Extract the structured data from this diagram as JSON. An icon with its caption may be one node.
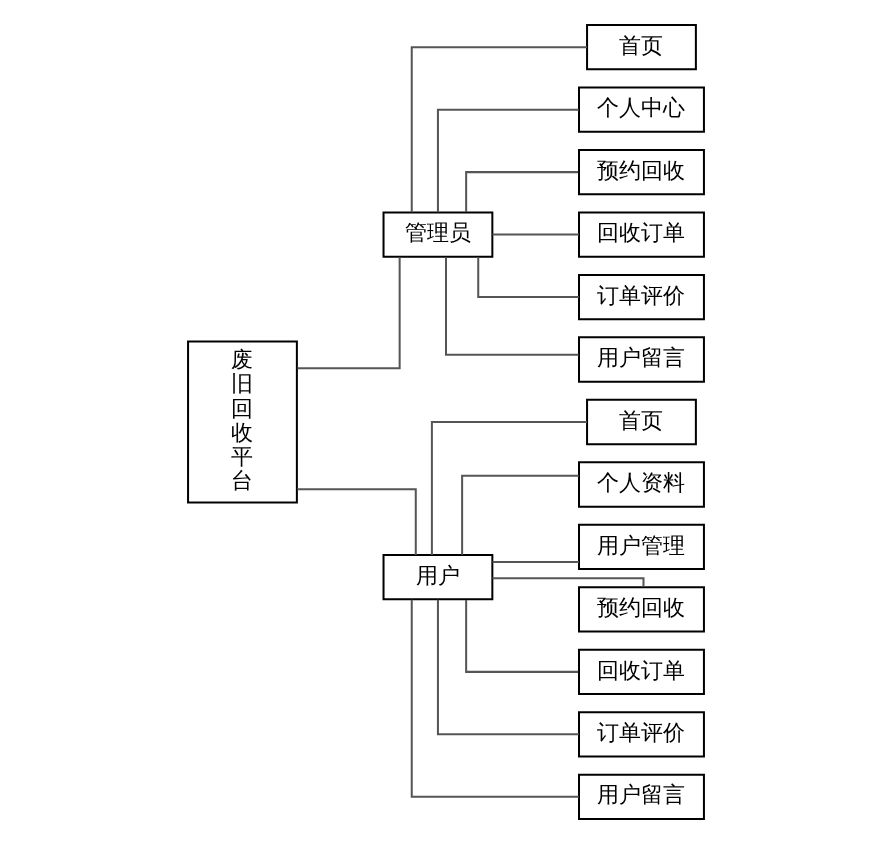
{
  "diagram": {
    "nodes": [
      {
        "text": [
          "废旧回收平台"
        ]
      },
      {
        "text": [
          "管理员"
        ]
      },
      {
        "text": [
          "首页"
        ]
      },
      {
        "text": [
          "个人中心"
        ]
      },
      {
        "text": [
          "预约回收"
        ]
      },
      {
        "text": [
          "回收订单"
        ]
      },
      {
        "text": [
          "订单评价"
        ]
      },
      {
        "text": [
          "用户留言"
        ]
      },
      {
        "text": [
          "用户"
        ]
      },
      {
        "text": [
          "首页"
        ]
      },
      {
        "text": [
          "个人资料"
        ]
      },
      {
        "text": [
          "用户管理"
        ]
      },
      {
        "text": [
          "预约回收"
        ]
      },
      {
        "text": [
          "回收订单"
        ]
      },
      {
        "text": [
          "订单评价"
        ]
      },
      {
        "text": [
          "用户留言"
        ]
      }
    ],
    "edges": [
      {
        "from": 0,
        "to": 1,
        "arrow": "none"
      },
      {
        "from": 0,
        "to": 8,
        "arrow": "none"
      },
      {
        "from": 1,
        "to": 2,
        "arrow": "none"
      },
      {
        "from": 1,
        "to": 3,
        "arrow": "none"
      },
      {
        "from": 1,
        "to": 4,
        "arrow": "none"
      },
      {
        "from": 1,
        "to": 5,
        "arrow": "none"
      },
      {
        "from": 1,
        "to": 6,
        "arrow": "none"
      },
      {
        "from": 1,
        "to": 7,
        "arrow": "none"
      },
      {
        "from": 8,
        "to": 9,
        "arrow": "none"
      },
      {
        "from": 8,
        "to": 10,
        "arrow": "none"
      },
      {
        "from": 8,
        "to": 11,
        "arrow": "none"
      },
      {
        "from": 8,
        "to": 12,
        "arrow": "none"
      },
      {
        "from": 8,
        "to": 13,
        "arrow": "none"
      },
      {
        "from": 8,
        "to": 14,
        "arrow": "none"
      },
      {
        "from": 8,
        "to": 15,
        "arrow": "none"
      }
    ]
  }
}
